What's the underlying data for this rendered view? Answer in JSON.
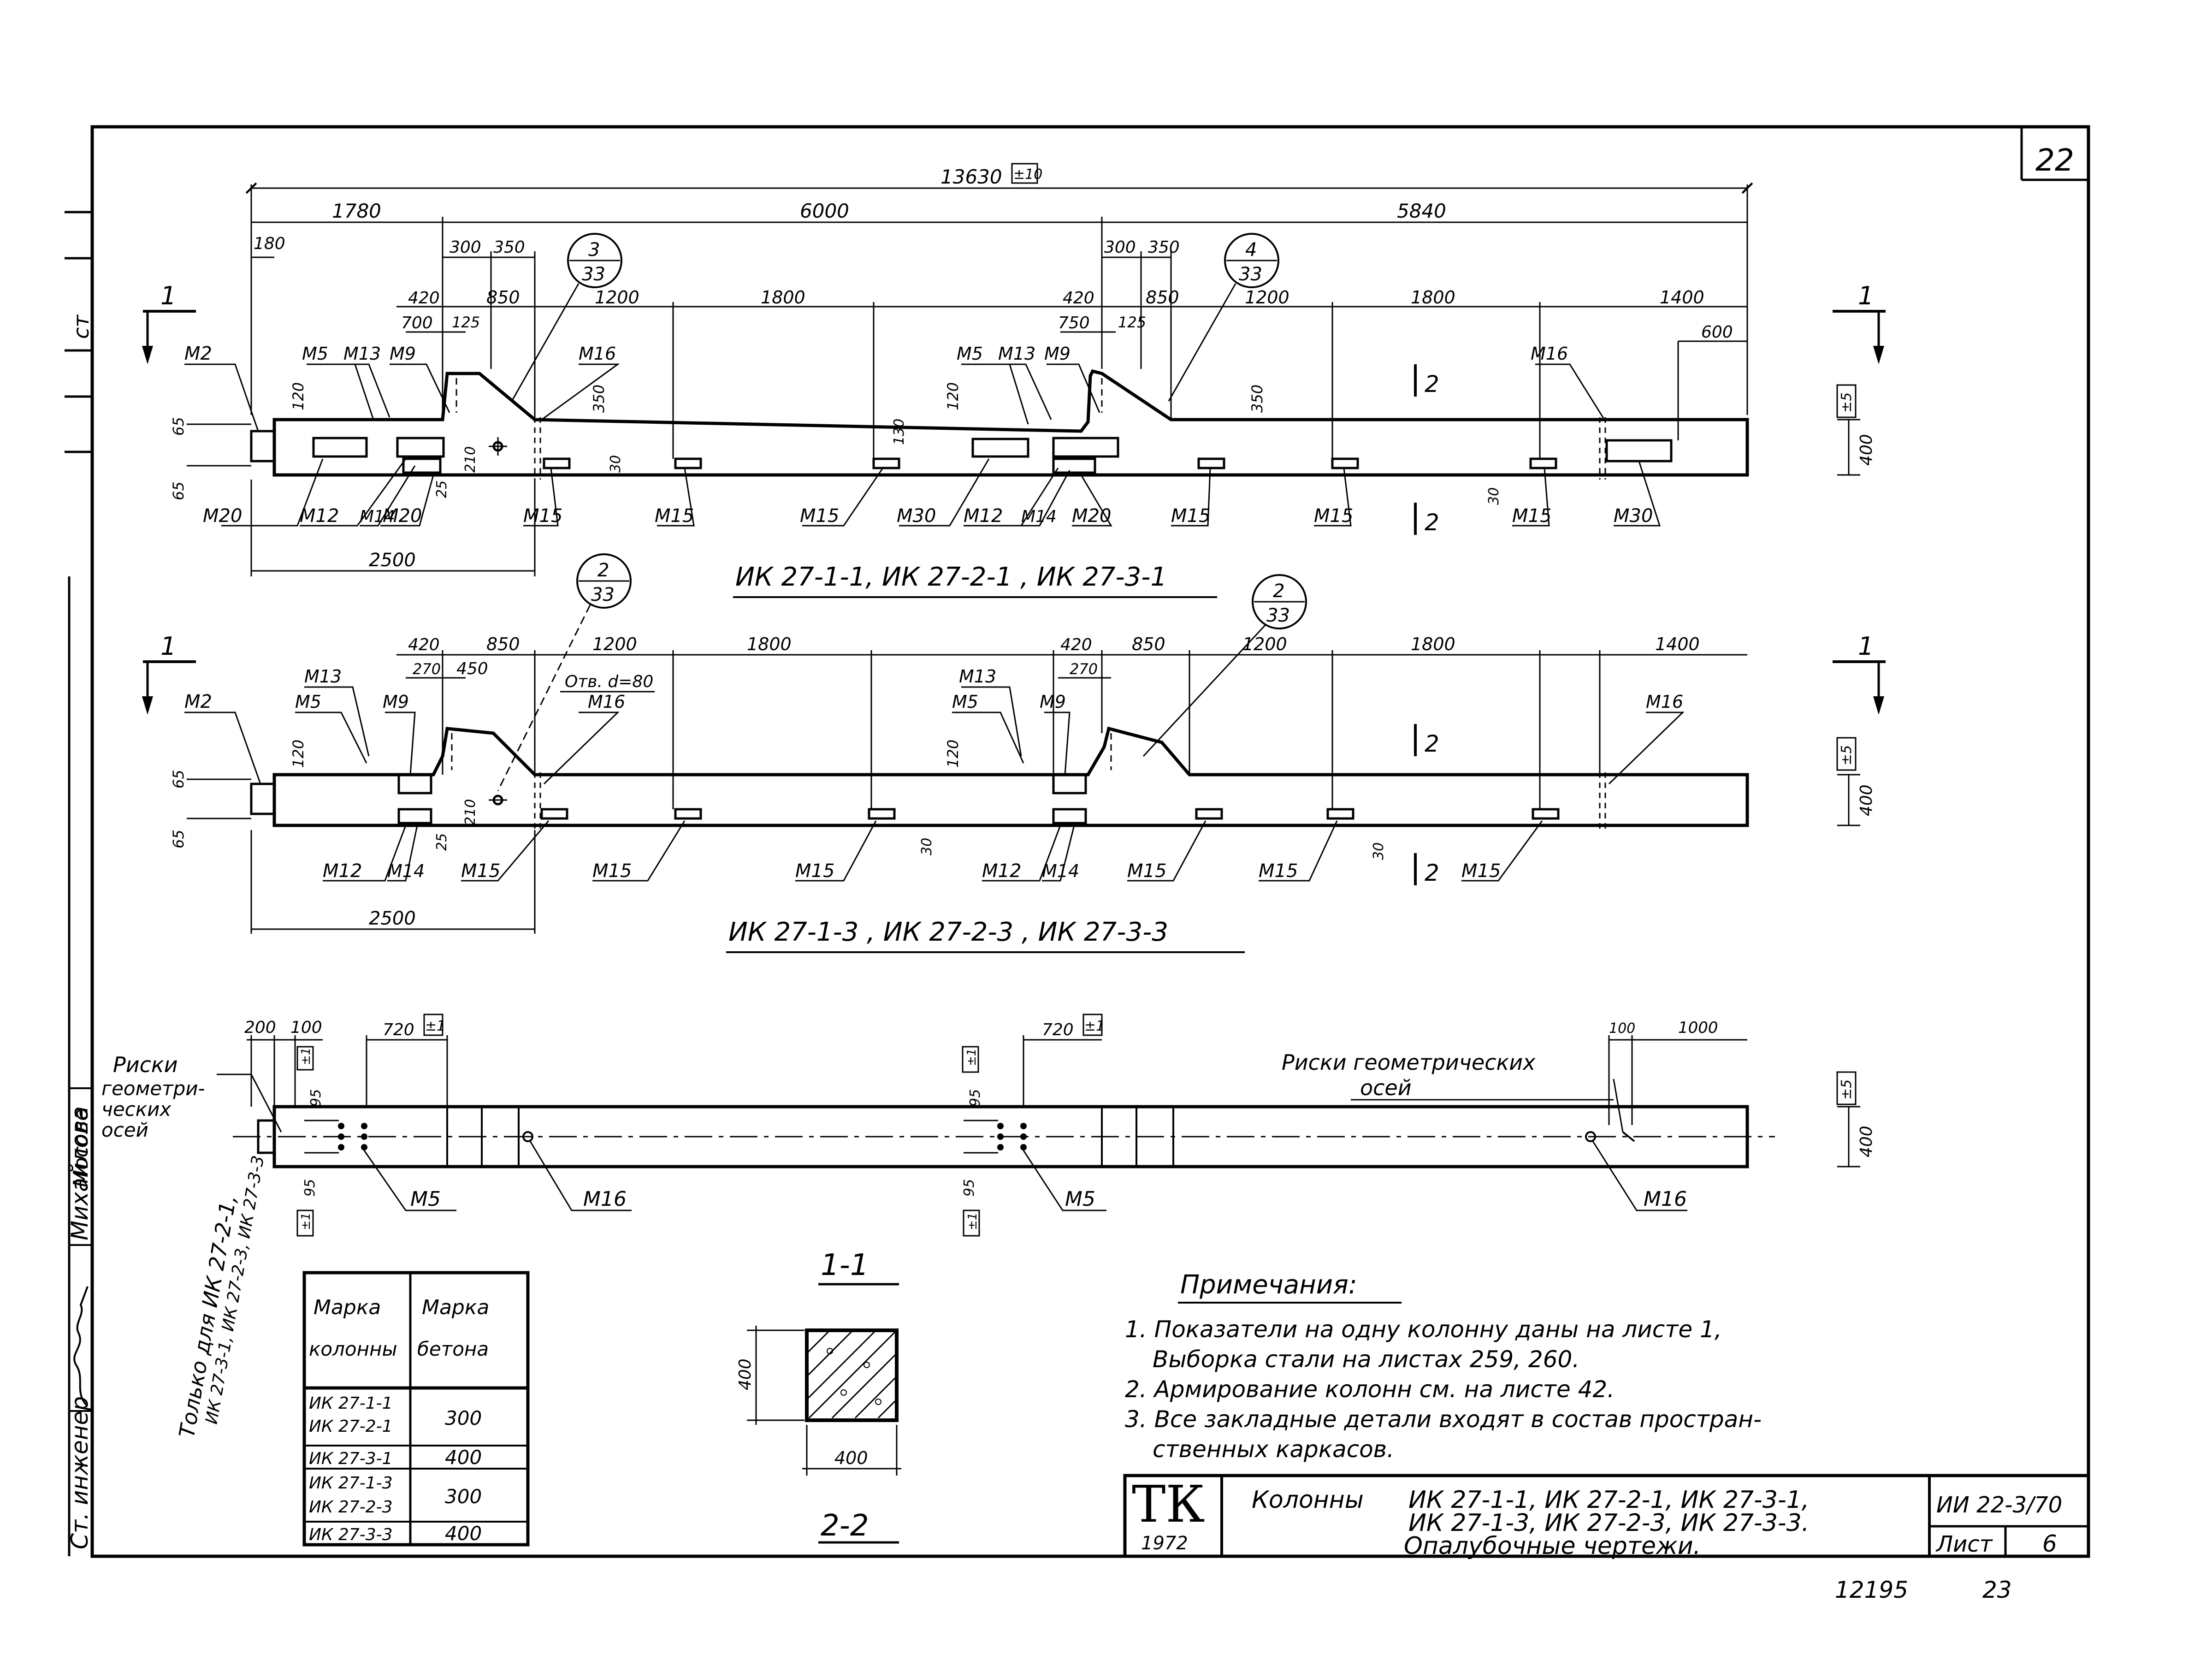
{
  "sheet_corner_number": "22",
  "tick_1": "1",
  "sec_2": "2",
  "callouts": {
    "c3": "3",
    "c4": "4",
    "c2": "2",
    "ref": "33"
  },
  "view1": {
    "title": "ИК 27-1-1, ИК 27-2-1 , ИК 27-3-1",
    "total": "13630",
    "total_tol": "±10",
    "d1780": "1780",
    "d6000": "6000",
    "d5840": "5840",
    "d180": "180",
    "d300": "300",
    "d350": "350",
    "d420": "420",
    "d850": "850",
    "d700": "700",
    "d125": "125",
    "d750": "750",
    "d1200": "1200",
    "d1800": "1800",
    "d1400": "1400",
    "d600": "600",
    "d120": "120",
    "d350v": "350",
    "d65": "65",
    "d210": "210",
    "d25": "25",
    "d30": "30",
    "d130": "130",
    "d400": "400",
    "tol5": "±5",
    "d2500": "2500",
    "m2": "М2",
    "m5": "М5",
    "m13": "М13",
    "m9": "М9",
    "m16": "М16",
    "m20": "М20",
    "m12": "М12",
    "m14": "М14",
    "m15": "М15",
    "m30": "М30"
  },
  "view2": {
    "title": "ИК 27-1-3 , ИК 27-2-3 , ИК 27-3-3",
    "d420": "420",
    "d850": "850",
    "d270": "270",
    "d450": "450",
    "d1200": "1200",
    "d1800": "1800",
    "d1400": "1400",
    "hole": "Отв. d=80",
    "d120": "120",
    "d65": "65",
    "d210": "210",
    "d25": "25",
    "d30": "30",
    "d400": "400",
    "tol5": "±5",
    "d2500": "2500",
    "m2": "М2",
    "m5": "М5",
    "m13": "М13",
    "m9": "М9",
    "m16": "М16",
    "m12": "М12",
    "m14": "М14",
    "m15": "М15"
  },
  "view3": {
    "marks_left": [
      "Риски",
      "геометри-",
      "ческих",
      "осей"
    ],
    "marks_right": [
      "Риски геометрических",
      "осей"
    ],
    "d200": "200",
    "d100": "100",
    "d720": "720",
    "d1000": "1000",
    "d95": "95",
    "tol1": "±1",
    "tol5": "±5",
    "d400": "400",
    "m5": "М5",
    "m16": "М16",
    "only_for": [
      "Только для ИК 27-2-1,",
      "ИК 27-3-1, ИК 27-2-3, ИК 27-3-3"
    ]
  },
  "section": {
    "label_top": "1-1",
    "label_bottom": "2-2",
    "w": "400",
    "h": "400"
  },
  "grade_table": {
    "header_col1": [
      "Марка",
      "колонны"
    ],
    "header_col2": [
      "Марка",
      "бетона"
    ],
    "rows": [
      {
        "marks": [
          "ИК 27-1-1",
          "ИК 27-2-1"
        ],
        "grade": "300"
      },
      {
        "marks": [
          "ИК 27-3-1"
        ],
        "grade": "400"
      },
      {
        "marks": [
          "ИК 27-1-3",
          "ИК 27-2-3"
        ],
        "grade": "300"
      },
      {
        "marks": [
          "ИК 27-3-3"
        ],
        "grade": "400"
      }
    ]
  },
  "notes": {
    "heading": "Примечания:",
    "lines": [
      "1. Показатели на одну колонну даны на листе 1,",
      "Выборка стали на листах 259, 260.",
      "2. Армирование колонн см. на листе 42.",
      "3. Все закладные детали входят в состав простран-",
      "ственных каркасов."
    ]
  },
  "title_block": {
    "logo": "ТК",
    "year": "1972",
    "line1_label": "Колонны",
    "line1": "ИК 27-1-1, ИК 27-2-1, ИК 27-3-1,",
    "line2": "ИК 27-1-3, ИК 27-2-3, ИК 27-3-3.",
    "line3": "Опалубочные чертежи.",
    "series": "ИИ 22-3/70",
    "sheet_label": "Лист",
    "sheet_no": "6"
  },
  "side_stamp": {
    "role": "Ст. инженер",
    "surname": "Михайлова",
    "frag_top": "ст",
    "frag_mid": "Мосоле"
  },
  "bottom_codes": {
    "left": "12195",
    "right": "23"
  }
}
